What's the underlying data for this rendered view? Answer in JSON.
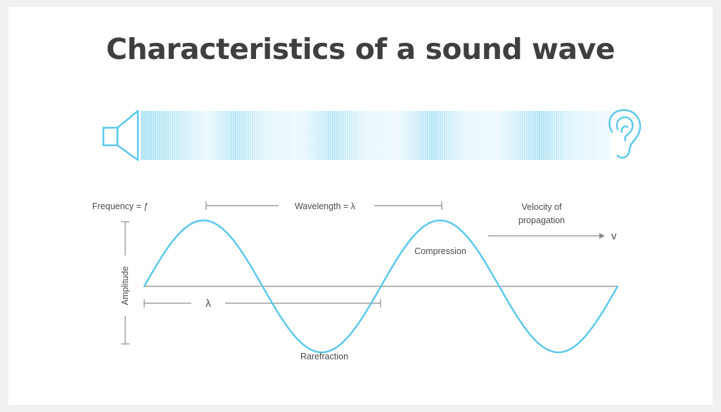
{
  "title": "Characteristics of a sound wave",
  "labels": {
    "frequency": "Frequency = ƒ",
    "wavelength": "Wavelength = λ",
    "velocity_line1": "Velocity of",
    "velocity_line2": "propagation",
    "velocity_symbol": "v",
    "compression": "Compression",
    "rarefraction": "Rarefraction",
    "amplitude": "Amplitude",
    "lambda": "λ"
  },
  "icons": {
    "source": "speaker-icon",
    "receiver": "ear-icon"
  },
  "colors": {
    "wave": "#5cc8ec",
    "title": "#3f3f3f",
    "annotation": "#8a8a8a",
    "text": "#4a4a4a"
  }
}
